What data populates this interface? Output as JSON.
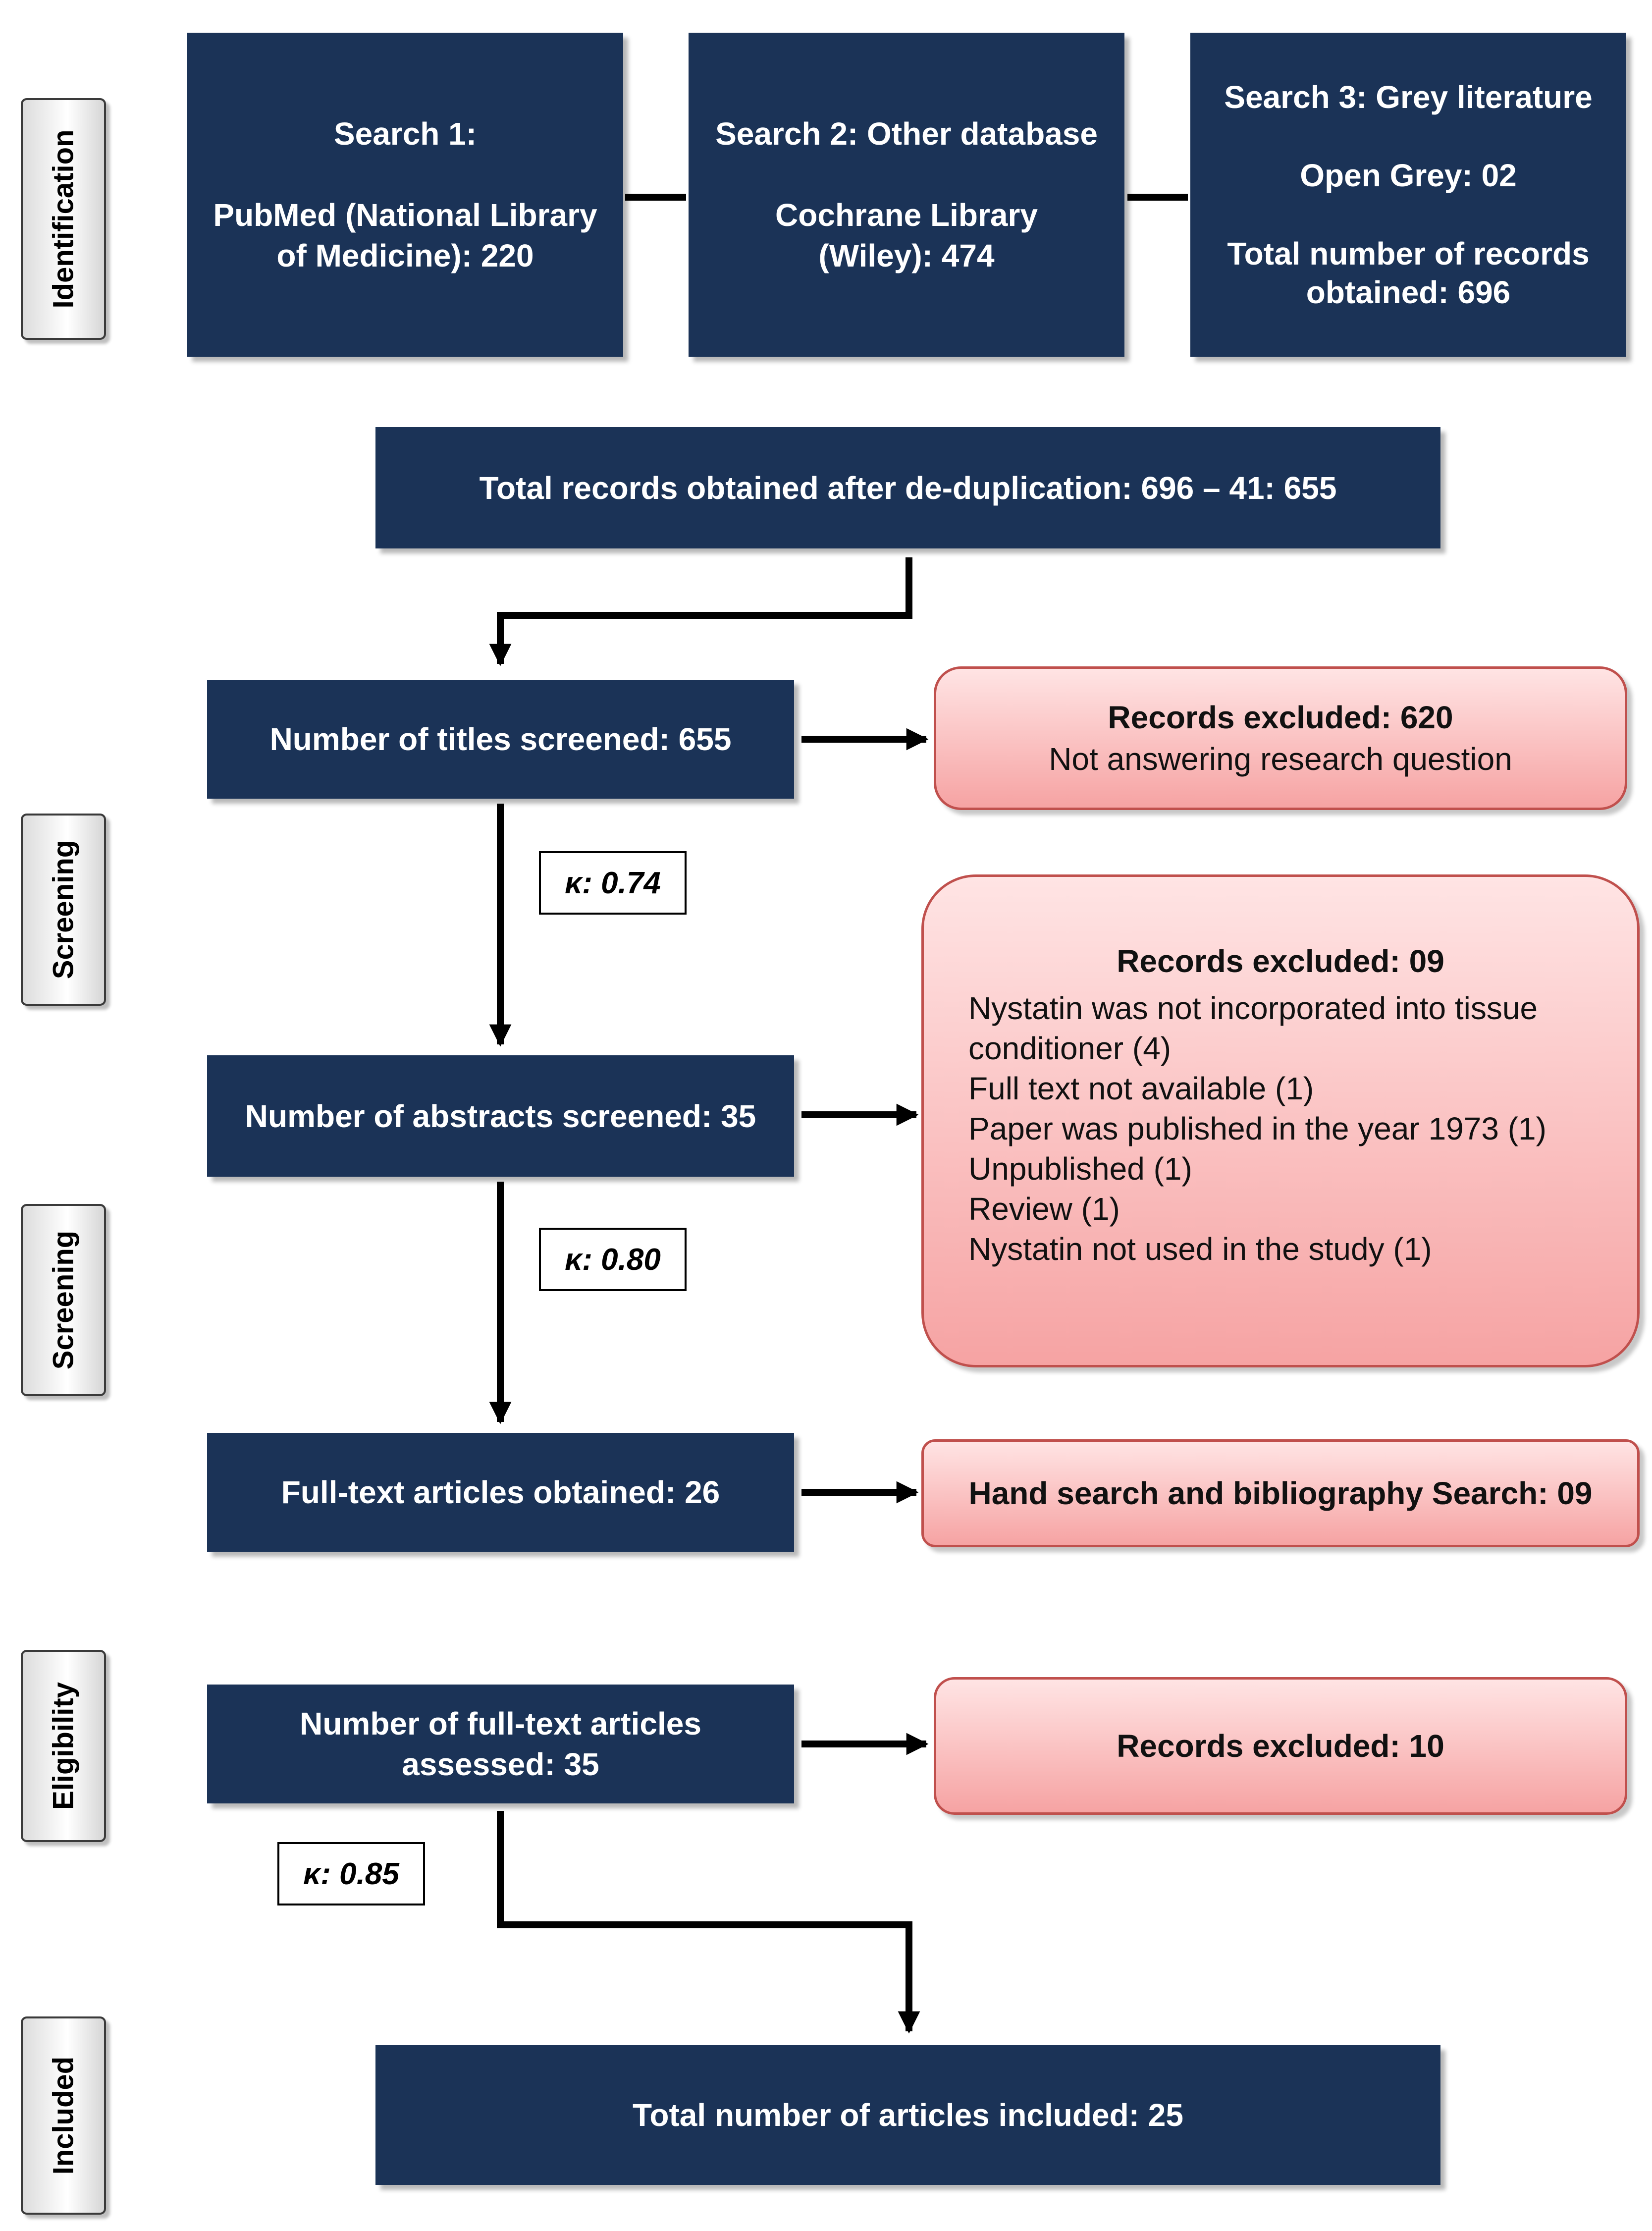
{
  "stages": {
    "identification": "Identification",
    "screening_1": "Screening",
    "screening_2": "Screening",
    "eligibility": "Eligibility",
    "included": "Included"
  },
  "search1": {
    "title": "Search 1:",
    "line1": "PubMed (National Library",
    "line2": "of Medicine): 220"
  },
  "search2": {
    "title": "Search 2: Other database",
    "line1": "Cochrane Library",
    "line2": "(Wiley):  474"
  },
  "search3": {
    "title": "Search 3: Grey literature",
    "line1": "Open Grey: 02",
    "line2": "Total number of records",
    "line3": "obtained: 696"
  },
  "dedup": "Total records obtained after de-duplication: 696 – 41: 655",
  "titles_screened": "Number of titles screened: 655",
  "excluded_1": {
    "title": "Records excluded: 620",
    "subtitle": "Not answering research question"
  },
  "kappa_1": "κ: 0.74",
  "abstracts_screened": "Number of abstracts screened: 35",
  "excluded_2": {
    "title": "Records excluded: 09",
    "reasons": [
      "Nystatin was not incorporated into tissue",
      "conditioner (4)",
      "Full text not available (1)",
      "Paper was published in the year 1973 (1)",
      "Unpublished (1)",
      "Review (1)",
      "Nystatin not used in the study (1)"
    ]
  },
  "kappa_2": "κ: 0.80",
  "fulltext_obtained": "Full-text articles obtained: 26",
  "hand_search": "Hand search and bibliography Search: 09",
  "fulltext_assessed": {
    "line1": "Number of full-text articles",
    "line2": "assessed: 35"
  },
  "excluded_3": "Records excluded: 10",
  "kappa_3": "κ: 0.85",
  "included_total": "Total number of articles included: 25",
  "colors": {
    "box": "#1b3357",
    "exclusion_fill": "#f6a3a3",
    "exclusion_border": "#c0504d"
  }
}
